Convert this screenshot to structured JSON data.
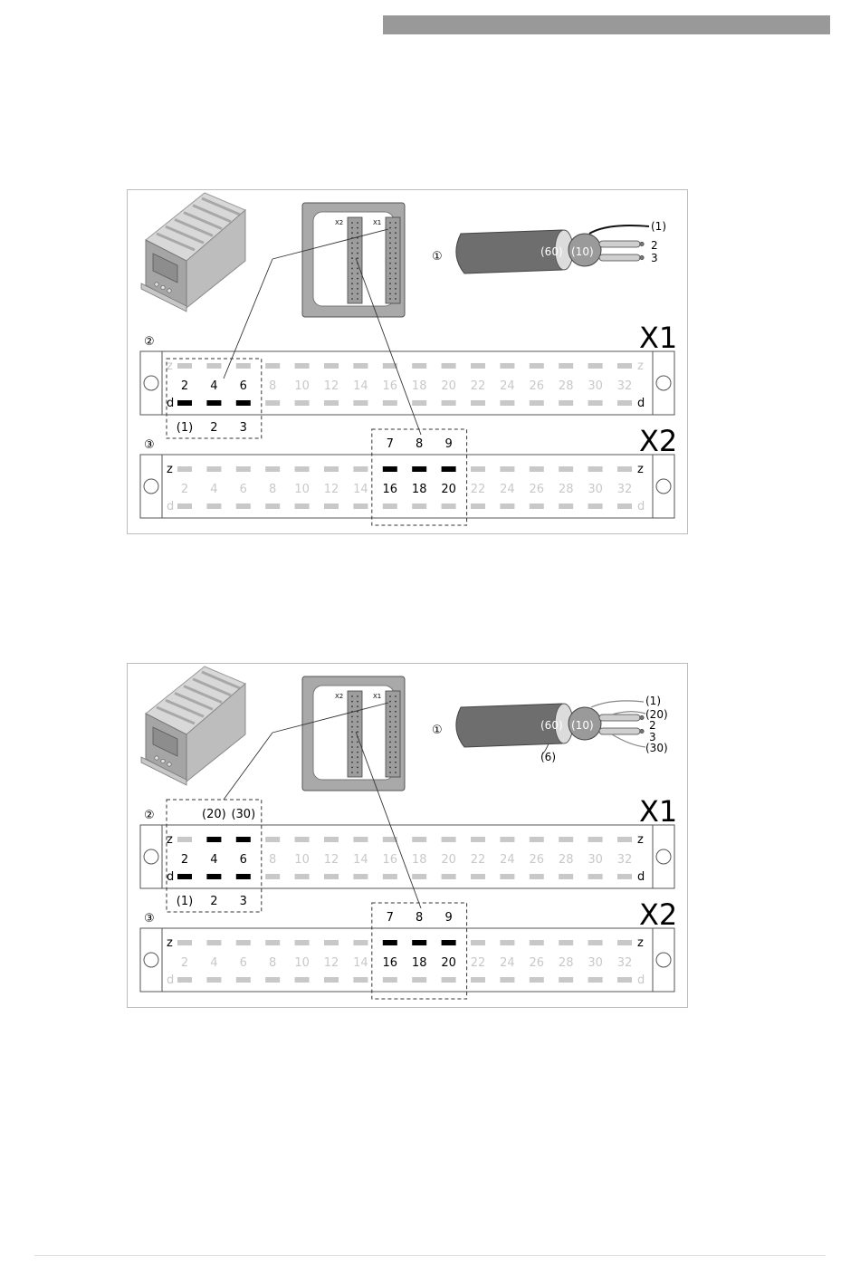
{
  "colors": {
    "header_bar": "#999999",
    "inactive": "#c8c8c8",
    "active": "#000000",
    "frame": "#bdbdbd"
  },
  "figures": [
    {
      "circled_1": "①",
      "circled_2": "②",
      "circled_3": "③",
      "connector_label_x2": "X2",
      "connector_label_x1": "X1",
      "cable_inner_label": "(10)",
      "cable_outer_label": "(60)",
      "cable_wires": [
        "(1)",
        "2",
        "3"
      ],
      "x1": {
        "title": "X1",
        "row_z_label": "z",
        "row_d_label": "d",
        "numbers": [
          "2",
          "4",
          "6",
          "8",
          "10",
          "12",
          "14",
          "16",
          "18",
          "20",
          "22",
          "24",
          "26",
          "28",
          "30",
          "32"
        ],
        "active_z": [],
        "active_d": [
          0,
          1,
          2
        ],
        "highlight_nums": [
          0,
          1,
          2
        ],
        "top_labels": [],
        "bottom_labels": [
          "(1)",
          "2",
          "3"
        ]
      },
      "x2": {
        "title": "X2",
        "row_z_label": "z",
        "row_d_label": "d",
        "numbers": [
          "2",
          "4",
          "6",
          "8",
          "10",
          "12",
          "14",
          "16",
          "18",
          "20",
          "22",
          "24",
          "26",
          "28",
          "30",
          "32"
        ],
        "active_z": [
          7,
          8,
          9
        ],
        "active_d": [],
        "highlight_nums": [
          7,
          8,
          9
        ],
        "top_labels": [
          "7",
          "8",
          "9"
        ],
        "bottom_labels": []
      }
    },
    {
      "circled_1": "①",
      "circled_2": "②",
      "circled_3": "③",
      "connector_label_x2": "X2",
      "connector_label_x1": "X1",
      "cable_inner_label": "(10)",
      "cable_outer_label": "(60)",
      "cable_shield_label": "(6)",
      "cable_wires": [
        "(1)",
        "(20)",
        "2",
        "3",
        "(30)"
      ],
      "x1": {
        "title": "X1",
        "row_z_label": "z",
        "row_d_label": "d",
        "numbers": [
          "2",
          "4",
          "6",
          "8",
          "10",
          "12",
          "14",
          "16",
          "18",
          "20",
          "22",
          "24",
          "26",
          "28",
          "30",
          "32"
        ],
        "active_z": [
          1,
          2
        ],
        "active_d": [
          0,
          1,
          2
        ],
        "highlight_nums": [
          0,
          1,
          2
        ],
        "top_labels": [
          "(20)",
          "(30)"
        ],
        "bottom_labels": [
          "(1)",
          "2",
          "3"
        ]
      },
      "x2": {
        "title": "X2",
        "row_z_label": "z",
        "row_d_label": "d",
        "numbers": [
          "2",
          "4",
          "6",
          "8",
          "10",
          "12",
          "14",
          "16",
          "18",
          "20",
          "22",
          "24",
          "26",
          "28",
          "30",
          "32"
        ],
        "active_z": [
          7,
          8,
          9
        ],
        "active_d": [],
        "highlight_nums": [
          7,
          8,
          9
        ],
        "top_labels": [
          "7",
          "8",
          "9"
        ],
        "bottom_labels": []
      }
    }
  ]
}
